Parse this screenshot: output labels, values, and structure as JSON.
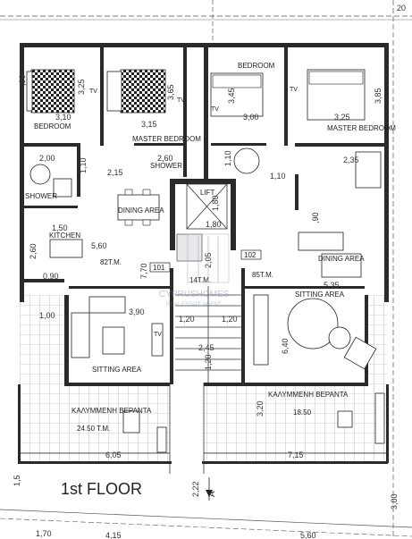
{
  "floor_title": "1st FLOOR",
  "rooms": {
    "bedroom_left": "BEDROOM",
    "master_bedroom_left": "MASTER BEDROOM",
    "shower_left": "SHOWER",
    "shower_small": "SHOWER",
    "dining_left": "DINING AREA",
    "kitchen_left": "KITCHEN",
    "sitting_left": "SITTING AREA",
    "veranda_left": "ΚΑΛΥΜΜΕΝΗ ΒΕΡΑΝΤΑ",
    "veranda_left_area": "24.50 T.M.",
    "bedroom_right": "BEDROOM",
    "master_bedroom_right": "MASTER BEDROOM",
    "dining_right": "DINING AREA",
    "sitting_right": "SITTING AREA",
    "veranda_right": "ΚΑΛΥΜΜΕΝΗ ΒΕΡΑΝΤΑ",
    "veranda_right_area": "18.50",
    "lift": "LIFT"
  },
  "apartments": {
    "left_no": "101",
    "left_area": "82T.M.",
    "right_no": "102",
    "right_area": "85T.M.",
    "core_area": "14T.M."
  },
  "tv_labels": [
    "TV",
    "TV",
    "TV",
    "TV",
    "TV"
  ],
  "dimensions": {
    "d_325a": "3,25",
    "d_310": "3,10",
    "d_365": "3,65",
    "d_315": "3,15",
    "d_200": "2,00",
    "d_260a": "2,60",
    "d_110a": "1,10",
    "d_215": "2,15",
    "d_345": "3,45",
    "d_300": "3,00",
    "d_385": "3,85",
    "d_325b": "3,25",
    "d_110b": "1,10",
    "d_110c": "1,10",
    "d_235": "2,35",
    "d_180a": "1,80",
    "d_180b": "1,80",
    "d_150": "1,50",
    "d_260b": "2,60",
    "d_560": "5,60",
    "d_090a": ",90",
    "d_090b": "0,90",
    "d_770": "7,70",
    "d_205": "2,05",
    "d_535": "5,35",
    "d_100": "1,00",
    "d_390": "3,90",
    "d_120a": "1,20",
    "d_120b": "1,20",
    "d_245": "2,45",
    "d_640": "6,40",
    "d_120c": "1,20",
    "d_320": "3,20",
    "d_605": "6,05",
    "d_715": "7,15",
    "d_15": "1,5",
    "d_222": "2,22",
    "d_300c": "3,00",
    "d_170": "1,70",
    "d_415": "4,15",
    "d_560b": "5,60",
    "d_090c": ",90",
    "d_020": "20"
  },
  "section_marker": "A",
  "watermark": {
    "line1": "CYPRUSHOMES",
    "line2": "REAL ESTATE AGENT"
  }
}
